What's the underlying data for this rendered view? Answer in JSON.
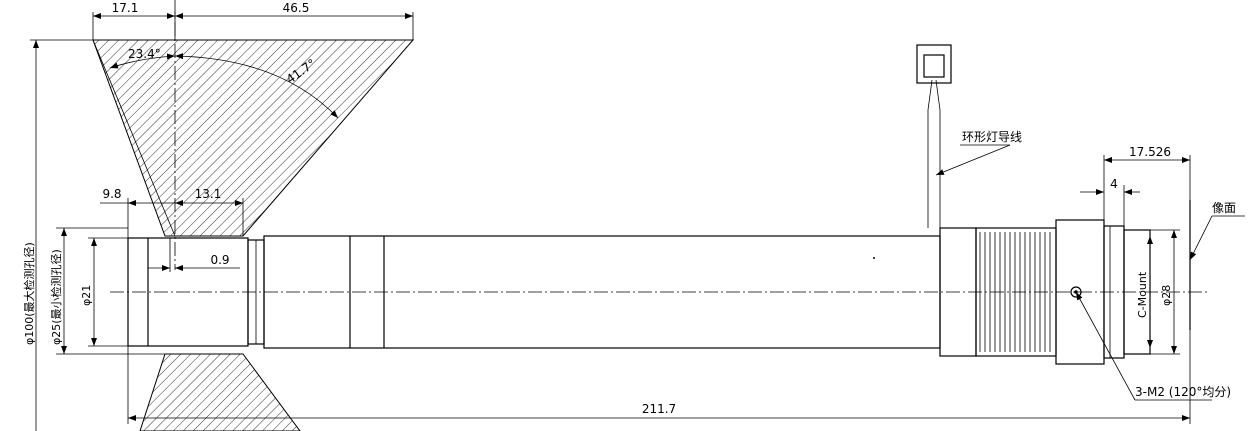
{
  "dimensions": {
    "d17_1": "17.1",
    "d46_5": "46.5",
    "ang23_4": "23.4°",
    "ang41_7": "41.7°",
    "d9_8": "9.8",
    "d13_1": "13.1",
    "d0_9": "0.9",
    "d211_7": "211.7",
    "d17_526": "17.526",
    "d4": "4",
    "dia21": "φ21",
    "dia28": "φ28",
    "dia25": "φ25(最小检测孔径)",
    "dia100": "φ100(最大检测孔径)",
    "cmount": "C-Mount"
  },
  "notes": {
    "ring_light_wire": "环形灯导线",
    "image_plane": "像面",
    "screws": "3-M2 (120°均分)"
  }
}
